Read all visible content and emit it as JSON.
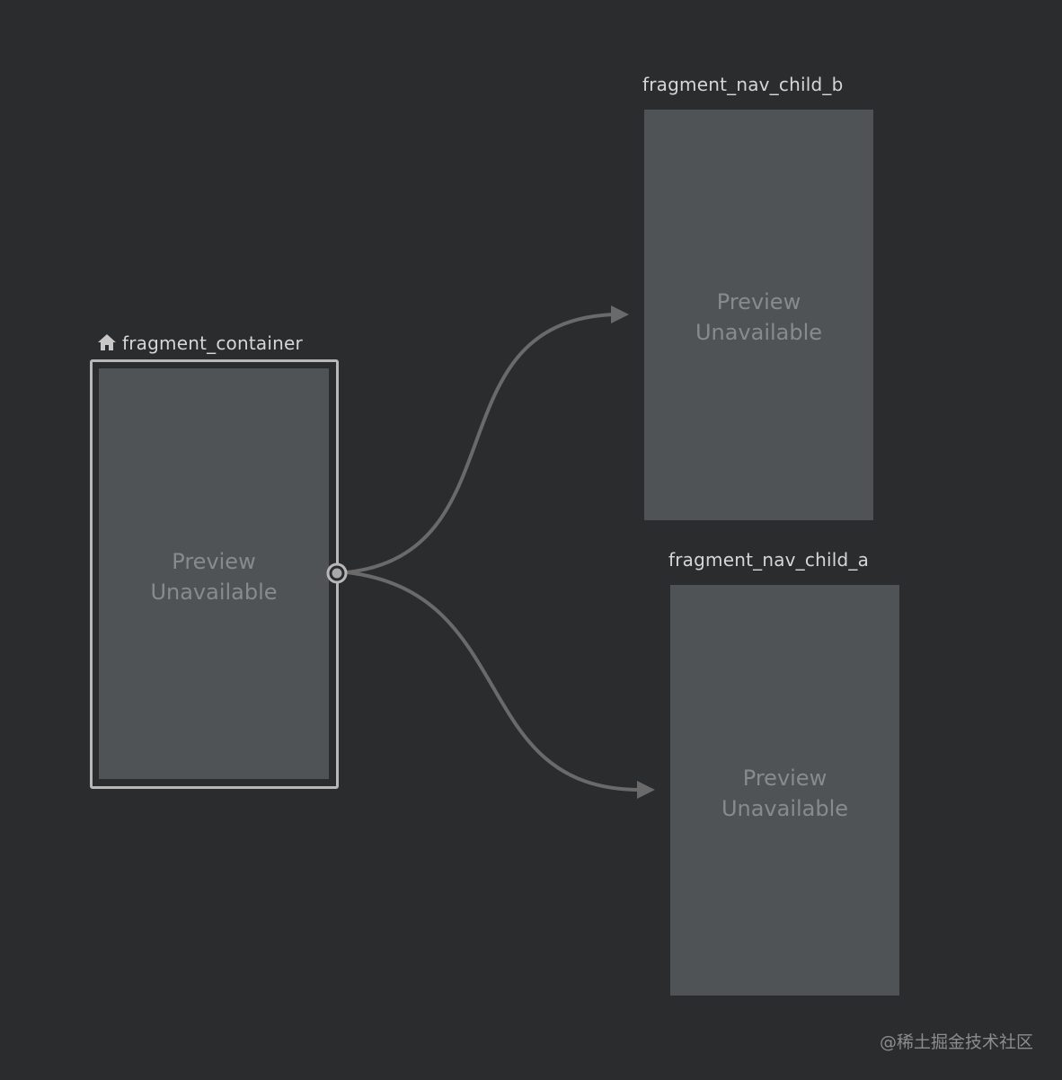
{
  "graph": {
    "start_destination": {
      "label": "fragment_container",
      "preview_line1": "Preview",
      "preview_line2": "Unavailable",
      "icon": "home-icon"
    },
    "destinations": [
      {
        "label": "fragment_nav_child_b",
        "preview_line1": "Preview",
        "preview_line2": "Unavailable"
      },
      {
        "label": "fragment_nav_child_a",
        "preview_line1": "Preview",
        "preview_line2": "Unavailable"
      }
    ],
    "actions": [
      {
        "from": "fragment_container",
        "to": "fragment_nav_child_b"
      },
      {
        "from": "fragment_container",
        "to": "fragment_nav_child_a"
      }
    ]
  },
  "watermark": "@稀土掘金技术社区",
  "colors": {
    "background": "#2b2c2e",
    "screen": "#4f5356",
    "selection_border": "#b8b8b8",
    "edge": "#6a6a6a",
    "label": "#d6d6d6",
    "preview_text": "#878b8e"
  }
}
